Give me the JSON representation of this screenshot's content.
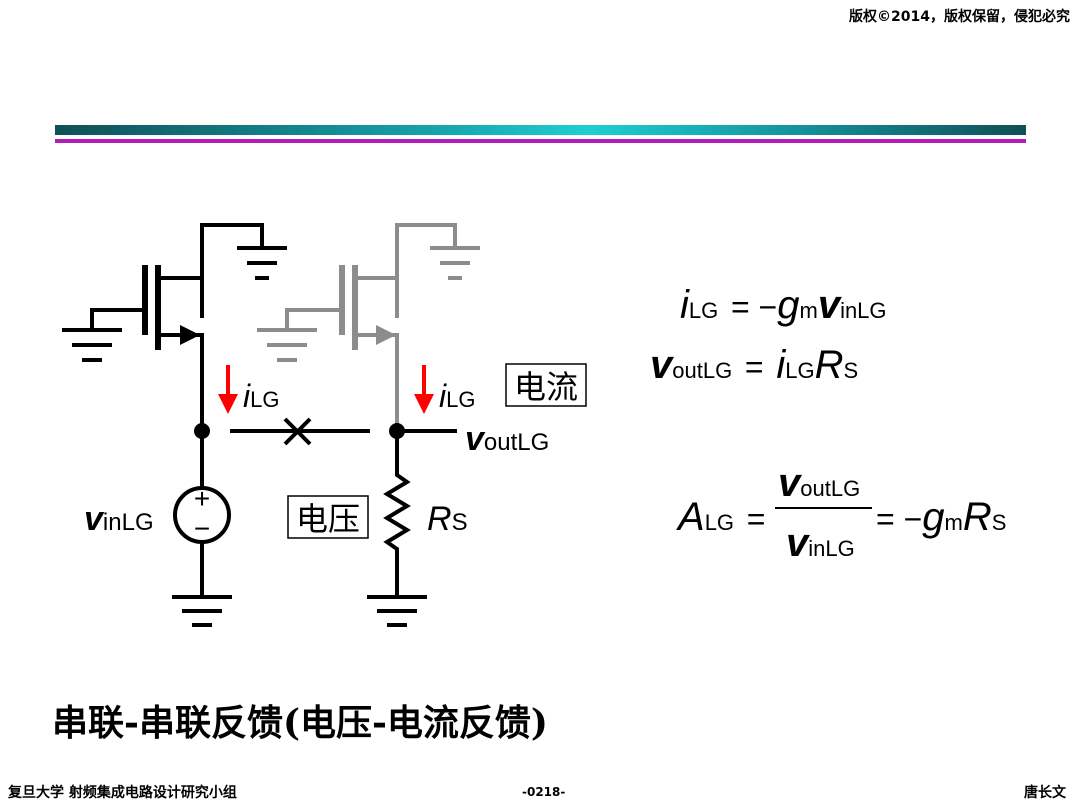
{
  "header": {
    "copyright": "版权©2014，版权保留，侵犯必究"
  },
  "diagram": {
    "label_current_left": {
      "main": "i",
      "sub": "LG"
    },
    "label_current_right": {
      "main": "i",
      "sub": "LG"
    },
    "box_current": "电流",
    "box_voltage": "电压",
    "label_vout": {
      "main": "v",
      "sub": "outLG"
    },
    "label_vin": {
      "main": "v",
      "sub": "inLG"
    },
    "label_rs": {
      "main": "R",
      "sub": "S"
    },
    "source_plus": "+",
    "source_minus": "−"
  },
  "equations": {
    "eq1": {
      "lhs_main": "i",
      "lhs_sub": "LG",
      "op": "= −",
      "t1_main": "g",
      "t1_sub": "m",
      "t2_main": "v",
      "t2_sub": "inLG"
    },
    "eq2": {
      "lhs_main": "v",
      "lhs_sub": "outLG",
      "op": "=",
      "t1_main": "i",
      "t1_sub": "LG",
      "t2_main": "R",
      "t2_sub": "S"
    },
    "eq3": {
      "lhs_main": "A",
      "lhs_sub": "LG",
      "op1": "=",
      "num_main": "v",
      "num_sub": "outLG",
      "den_main": "v",
      "den_sub": "inLG",
      "op2": "= −",
      "t1_main": "g",
      "t1_sub": "m",
      "t2_main": "R",
      "t2_sub": "S"
    }
  },
  "title": "串联-串联反馈(电压-电流反馈)",
  "footer": {
    "left": "复旦大学   射频集成电路设计研究小组",
    "page": "-0218-",
    "right": "唐长文"
  },
  "colors": {
    "black": "#000000",
    "gray": "#8c8c8c",
    "arrow": "#ff0000"
  }
}
